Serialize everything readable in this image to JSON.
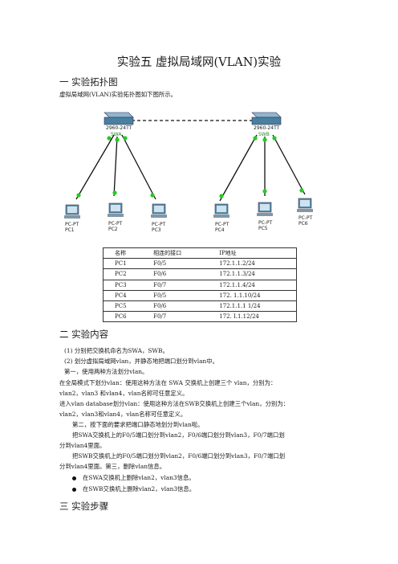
{
  "title": "实验五 虚拟局域网(VLAN)实验",
  "section1": {
    "heading": "一 实验拓扑图",
    "caption": "虚拟局域网(VLAN)实验拓扑图如下图所示。"
  },
  "topology": {
    "switches": [
      {
        "model": "2960-24TT",
        "name": "SWA"
      },
      {
        "model": "2960-24TT",
        "name": "SWB"
      }
    ],
    "pcs": [
      {
        "type": "PC-PT",
        "name": "PC1"
      },
      {
        "type": "PC-PT",
        "name": "PC2"
      },
      {
        "type": "PC-PT",
        "name": "PC3"
      },
      {
        "type": "PC-PT",
        "name": "PC4"
      },
      {
        "type": "PC-PT",
        "name": "PC5"
      },
      {
        "type": "PC-PT",
        "name": "PC6"
      }
    ]
  },
  "table": {
    "headers": [
      "名称",
      "相连的接口",
      "IP地址"
    ],
    "rows": [
      [
        "PC1",
        "F0/5",
        "172.1.1.2/24"
      ],
      [
        "PC2",
        "F0/6",
        "172.1.1.3/24"
      ],
      [
        "PC3",
        "F0/7",
        "172.1.1.4/24"
      ],
      [
        "PC4",
        "F0/5",
        "172. 1.1.10/24"
      ],
      [
        "PC5",
        "F0/6",
        "172.1.1.1 1/24"
      ],
      [
        "PC6",
        "F0/7",
        "172. I.1.12/24"
      ]
    ]
  },
  "section2": {
    "heading": "二 实验内容",
    "lines": [
      "(1) 分别把交换机命名为SWA，SWB。",
      "(2) 划分虚拟局域网vlan，并静态地把端口划分到vlan中。",
      "第一，使用两种方法划分vlan。",
      "在全局模式下划分vlan：使用这种方法在 SWA 交换机上创建三个 vlan，分别为：",
      "vlan2，vlan3 和vlan4，vlan名称可任意定义。",
      "进入vlan database划分vlan：使用这种方法在SWB交换机上创建三个vlan，分别为：",
      "vlan2，vlan3和vlan4，vlan名称可任意定义。",
      "第二，按下面的要求把端口静态地划分到vlan啦。",
      "把SWA交换机上的F0/5端口划分到vlan2，F0/6端口划分到vlan3，F0/7端口划",
      "分到vlan4里面。",
      "把SWB交换机上的F0/5端口划分到vlan2，F0/6端口划分到vlan3，F0/7端口划",
      "分到vlan4里面。第三，删除vlan信息。"
    ],
    "bullets": [
      "在SWA交换机上删除vlan2，vlan3信息。",
      "在SWB交换机上删除vlan2，vlan3信息。"
    ]
  },
  "section3": {
    "heading": "三 实验步骤"
  },
  "colors": {
    "link_dot": "#22cc22",
    "switch": "#4a7fa0",
    "cable": "#111111"
  }
}
